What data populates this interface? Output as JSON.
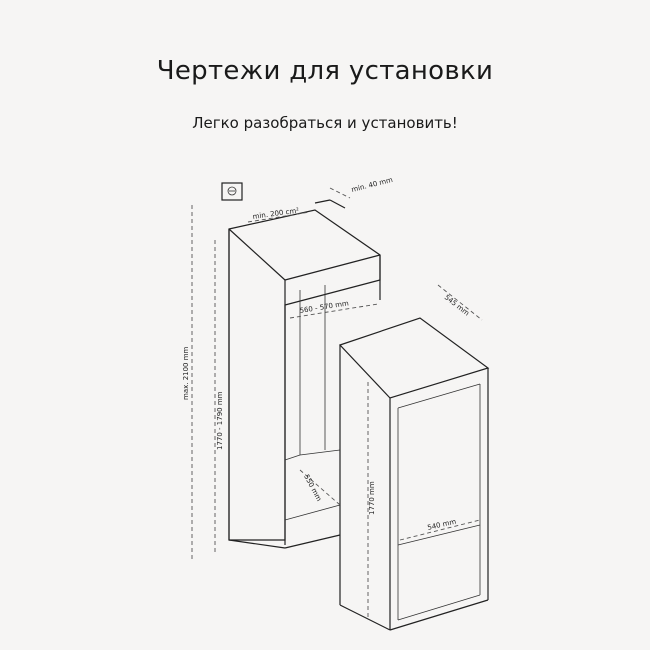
{
  "header": {
    "title": "Чертежи для установки",
    "subtitle": "Легко разобраться и установить!"
  },
  "dimensions": {
    "vent_width": "min. 200 cm²",
    "gap_top": "min. 40 mm",
    "niche_width": "560 - 570 mm",
    "niche_depth": "550 mm",
    "niche_height": "1770 - 1790 mm",
    "total_height": "max. 2100 mm",
    "unit_depth": "545 mm",
    "unit_height": "1770 mm",
    "unit_width": "540 mm"
  }
}
